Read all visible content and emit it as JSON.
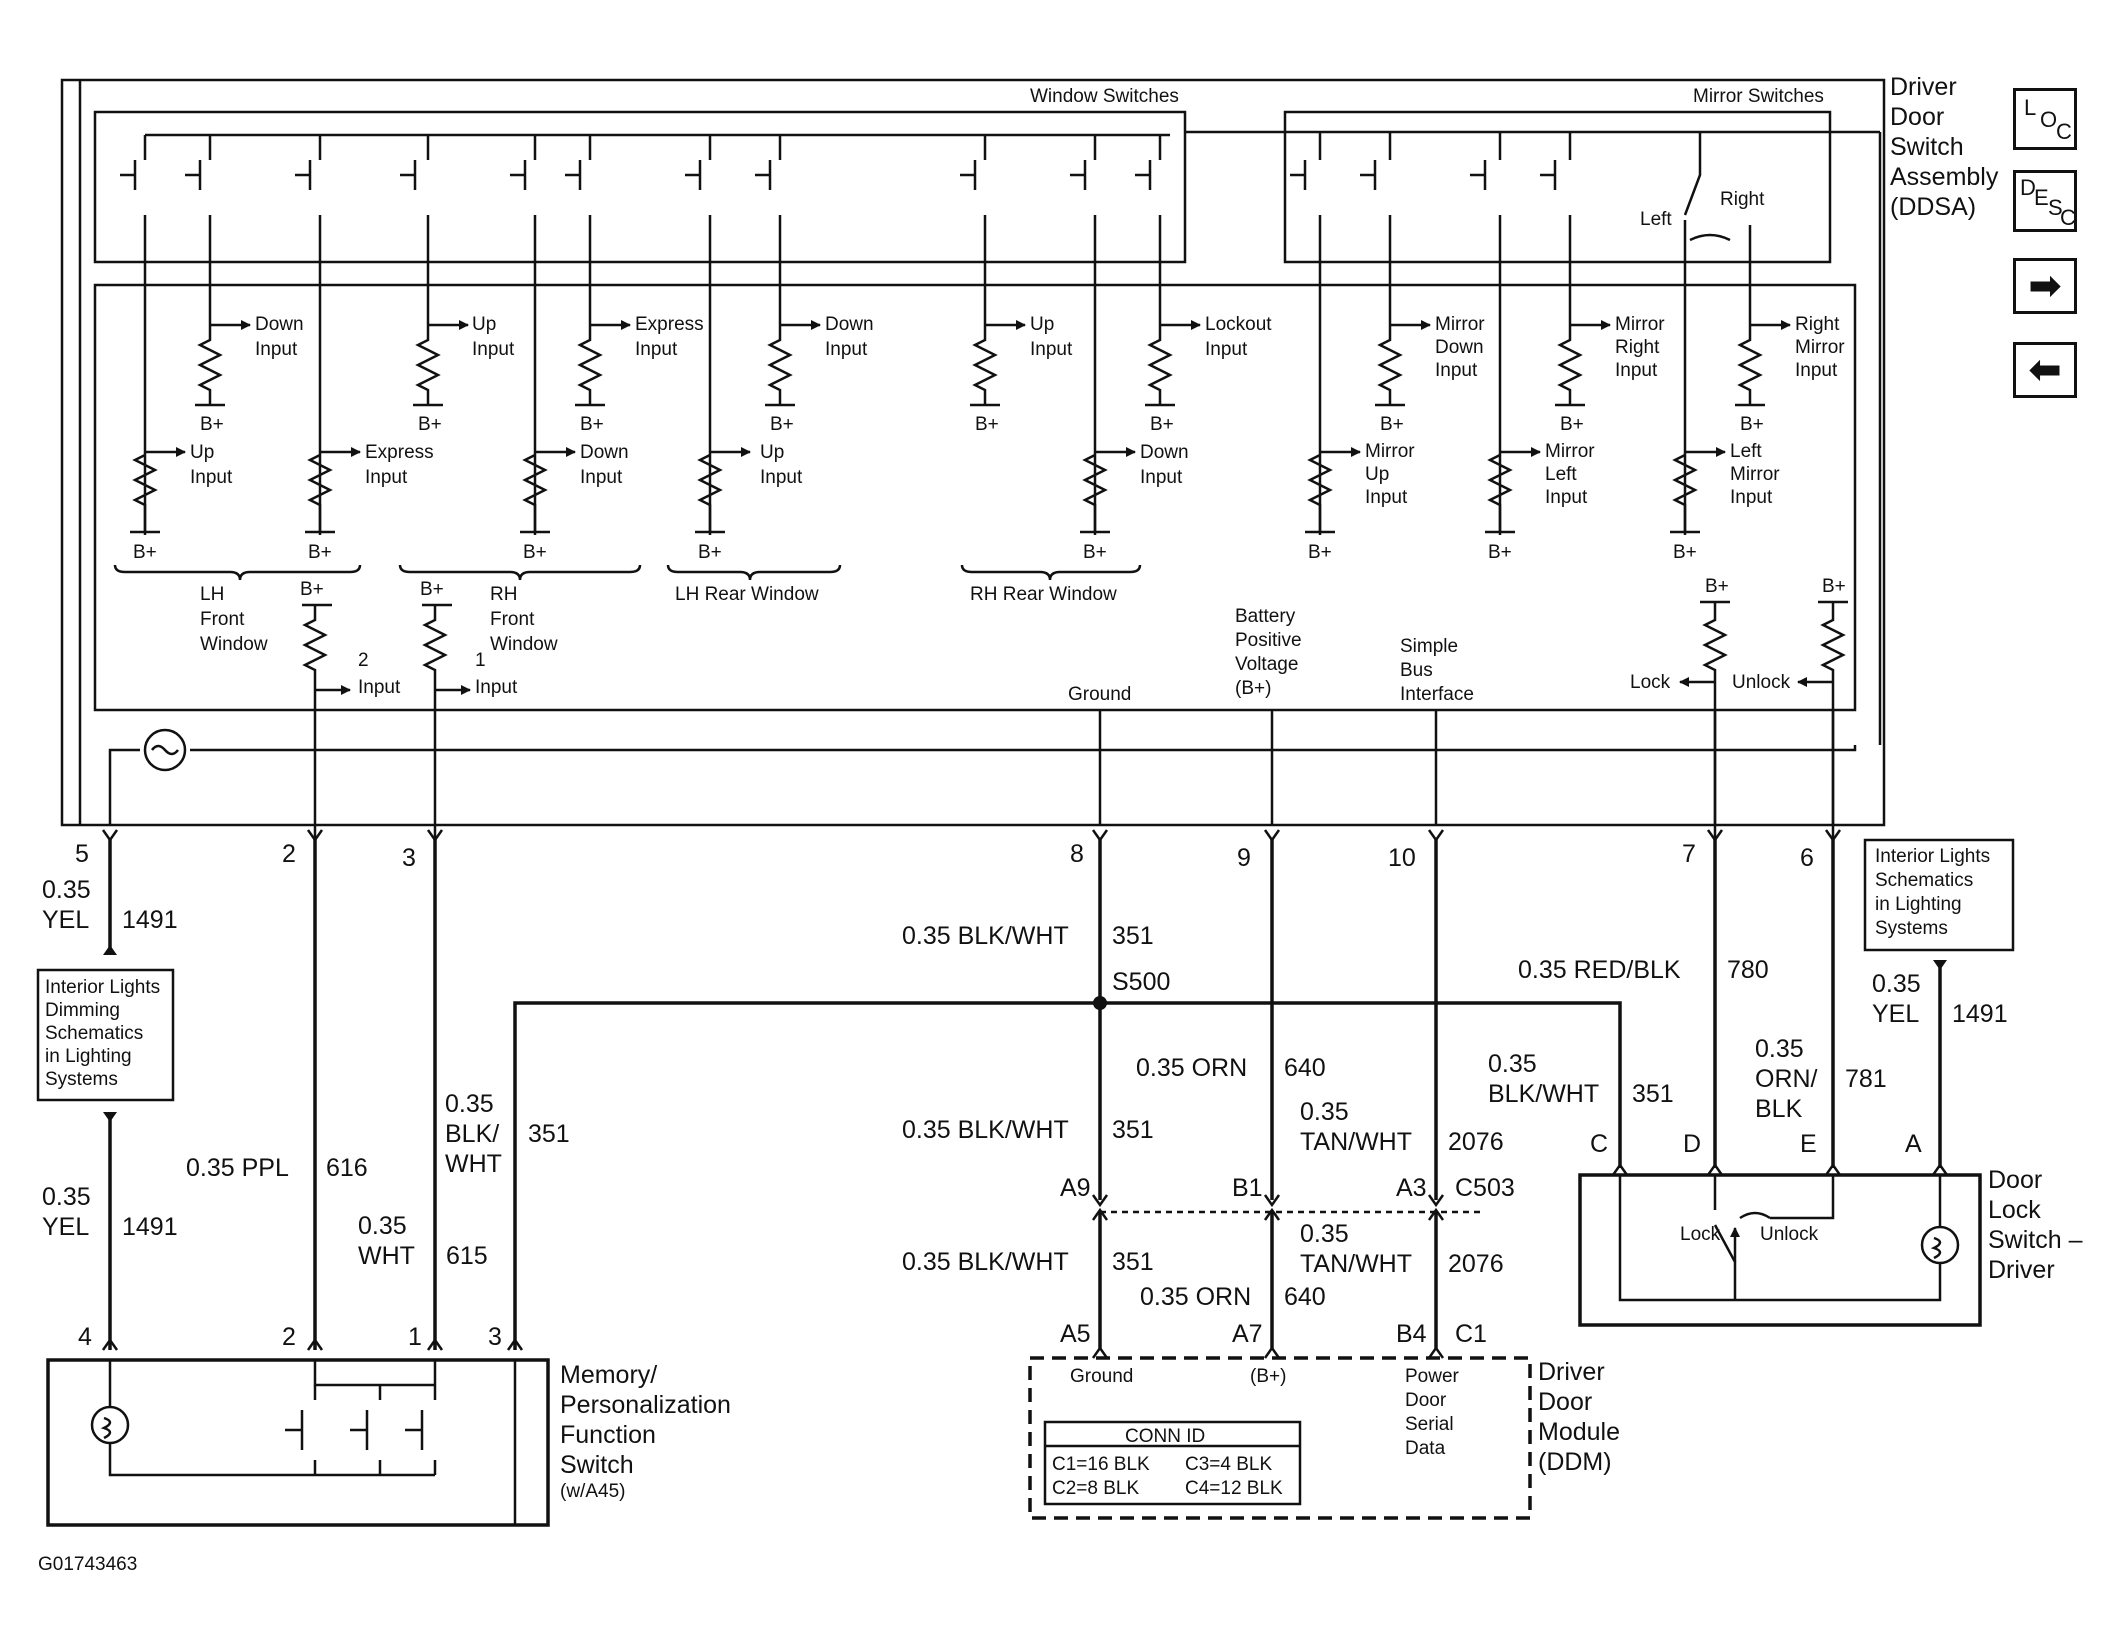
{
  "figure_id": "G01743463",
  "nav_buttons": {
    "loc": [
      "L",
      "O",
      "C"
    ],
    "desc": [
      "D",
      "E",
      "S",
      "C"
    ],
    "next_icon": "arrow-right-icon",
    "prev_icon": "arrow-left-icon"
  },
  "ddsa": {
    "title": [
      "Driver",
      "Door",
      "Switch",
      "Assembly",
      "(DDSA)"
    ],
    "window_switches_label": "Window Switches",
    "mirror_switches_label": "Mirror Switches",
    "mirror_selector": {
      "left": "Left",
      "right": "Right"
    },
    "group_labels": {
      "lh_front": [
        "LH",
        "Front",
        "Window"
      ],
      "rh_front": [
        "RH",
        "Front",
        "Window"
      ],
      "lh_rear": "LH Rear Window",
      "rh_rear": "RH Rear Window"
    },
    "resistor_labels": {
      "down_1": [
        "Down",
        "Input"
      ],
      "up_2": [
        "Up",
        "Input"
      ],
      "express_3": [
        "Express",
        "Input"
      ],
      "down_4": [
        "Down",
        "Input"
      ],
      "up_5": [
        "Up",
        "Input"
      ],
      "lockout": [
        "Lockout",
        "Input"
      ],
      "up_1": [
        "Up",
        "Input"
      ],
      "express_1": [
        "Express",
        "Input"
      ],
      "down_2": [
        "Down",
        "Input"
      ],
      "up_3": [
        "Up",
        "Input"
      ],
      "down_5": [
        "Down",
        "Input"
      ],
      "mirror_down": [
        "Mirror",
        "Down",
        "Input"
      ],
      "mirror_right": [
        "Mirror",
        "Right",
        "Input"
      ],
      "right_mirror": [
        "Right",
        "Mirror",
        "Input"
      ],
      "mirror_up": [
        "Mirror",
        "Up",
        "Input"
      ],
      "mirror_left": [
        "Mirror",
        "Left",
        "Input"
      ],
      "left_mirror": [
        "Left",
        "Mirror",
        "Input"
      ],
      "mem_2": [
        "2",
        "Input"
      ],
      "mem_1": [
        "1",
        "Input"
      ],
      "lock": "Lock",
      "unlock": "Unlock"
    },
    "b_plus": "B+",
    "internal_labels": {
      "ground": "Ground",
      "battery": [
        "Battery",
        "Positive",
        "Voltage",
        "(B+)"
      ],
      "sbi": [
        "Simple",
        "Bus",
        "Interface"
      ]
    },
    "pins": [
      "5",
      "2",
      "3",
      "8",
      "9",
      "10",
      "7",
      "6"
    ]
  },
  "wires": {
    "pin5": {
      "size": "0.35",
      "color": "YEL",
      "circuit": "1491"
    },
    "pin2": {
      "label": "0.35 PPL",
      "circuit": "616"
    },
    "pin3": {
      "size": "0.35",
      "color": "WHT",
      "circuit": "615"
    },
    "mem3": {
      "size": "0.35",
      "color": [
        "BLK/",
        "WHT"
      ],
      "circuit": "351"
    },
    "pin8": {
      "label": "0.35 BLK/WHT",
      "circuit": "351"
    },
    "splice": "S500",
    "ground_a9": {
      "label": "0.35 BLK/WHT",
      "circuit": "351"
    },
    "ground_a5": {
      "label": "0.35 BLK/WHT",
      "circuit": "351"
    },
    "orn_640": {
      "label": "0.35 ORN",
      "circuit": "640"
    },
    "orn_640_b": {
      "label": "0.35 ORN",
      "circuit": "640"
    },
    "tan_2076": {
      "size": "0.35",
      "color": "TAN/WHT",
      "circuit": "2076"
    },
    "tan_2076_b": {
      "size": "0.35",
      "color": "TAN/WHT",
      "circuit": "2076"
    },
    "pin7": {
      "label": "0.35 RED/BLK",
      "circuit": "780"
    },
    "lock_c": {
      "size": "0.35",
      "color": "BLK/WHT",
      "circuit": "351"
    },
    "pin6": {
      "size": "0.35",
      "color": [
        "ORN/",
        "BLK"
      ],
      "circuit": "781"
    },
    "door_a": {
      "size": "0.35",
      "color": "YEL",
      "circuit": "1491"
    }
  },
  "c503": {
    "name": "C503",
    "top_pins": [
      "A9",
      "B1",
      "A3"
    ],
    "bottom_pins": [
      "A5",
      "A7",
      "B4",
      "C1"
    ]
  },
  "references": {
    "dimming": [
      "Interior Lights",
      "Dimming",
      "Schematics",
      "in Lighting",
      "Systems"
    ],
    "lighting": [
      "Interior Lights",
      "Schematics",
      "in Lighting",
      "Systems"
    ]
  },
  "memory_switch": {
    "title": [
      "Memory/",
      "Personalization",
      "Function",
      "Switch"
    ],
    "note": "(w/A45)",
    "pins": [
      "4",
      "2",
      "1",
      "3"
    ]
  },
  "door_lock_switch": {
    "title": [
      "Door",
      "Lock",
      "Switch –",
      "Driver"
    ],
    "pins": [
      "C",
      "D",
      "E",
      "A"
    ],
    "lock": "Lock",
    "unlock": "Unlock"
  },
  "ddm": {
    "title": [
      "Driver",
      "Door",
      "Module",
      "(DDM)"
    ],
    "labels": {
      "ground": "Ground",
      "bplus": "(B+)",
      "serial": [
        "Power",
        "Door",
        "Serial",
        "Data"
      ]
    },
    "conn_id": {
      "title": "CONN ID",
      "rows": [
        [
          "C1=16 BLK",
          "C3=4 BLK"
        ],
        [
          "C2=8 BLK",
          "C4=12 BLK"
        ]
      ]
    }
  }
}
